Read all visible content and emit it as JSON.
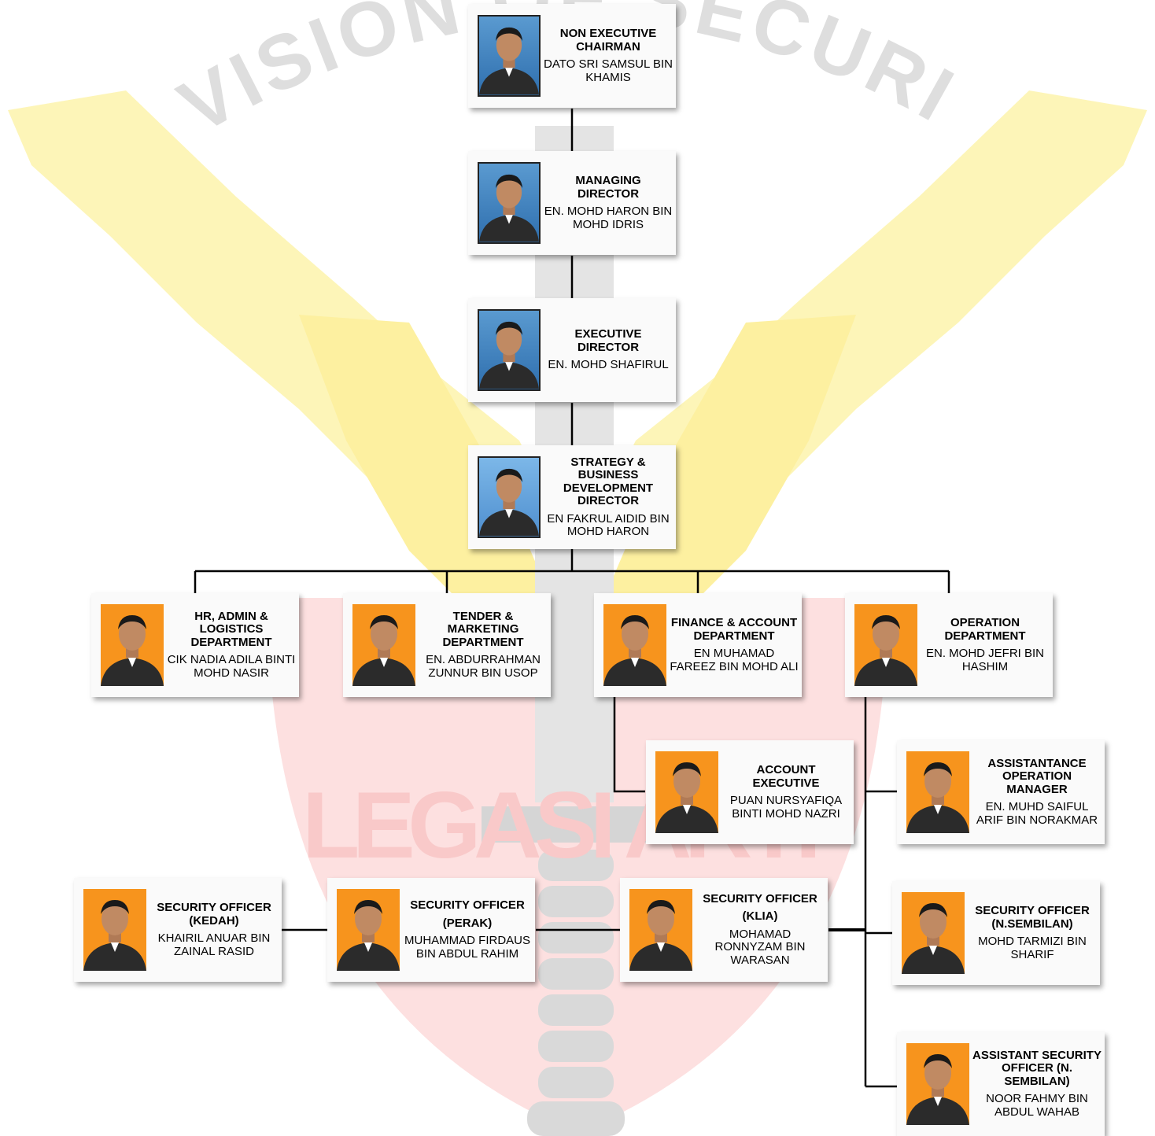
{
  "watermark": {
    "arc_text": "DIVISION OF SECURITY",
    "crest_text": "LEGASI ARTI"
  },
  "colors": {
    "wing": "#fdf5b8",
    "sword": "#d9d9d9",
    "shield": "#fde0e0",
    "photo_bg_orange": "#f7941d",
    "connector": "#000000"
  },
  "cards": {
    "chairman": {
      "title": "NON EXECUTIVE CHAIRMAN",
      "name": "DATO SRI SAMSUL BIN KHAMIS"
    },
    "managing_director": {
      "title": "MANAGING DIRECTOR",
      "name": "EN. MOHD HARON BIN MOHD IDRIS"
    },
    "executive_director": {
      "title": "EXECUTIVE DIRECTOR",
      "name": "EN. MOHD SHAFIRUL"
    },
    "strategy_director": {
      "title": "STRATEGY & BUSINESS DEVELOPMENT DIRECTOR",
      "name": "EN FAKRUL AIDID BIN MOHD HARON"
    },
    "hr_admin": {
      "title": "HR, ADMIN & LOGISTICS DEPARTMENT",
      "name": "CIK NADIA ADILA BINTI MOHD NASIR"
    },
    "tender_marketing": {
      "title": "TENDER & MARKETING DEPARTMENT",
      "name": "EN. ABDURRAHMAN ZUNNUR BIN USOP"
    },
    "finance_account": {
      "title": "FINANCE & ACCOUNT DEPARTMENT",
      "name": "EN MUHAMAD FAREEZ BIN MOHD ALI"
    },
    "operation": {
      "title": "OPERATION DEPARTMENT",
      "name": "EN. MOHD JEFRI BIN HASHIM"
    },
    "account_executive": {
      "title": "ACCOUNT EXECUTIVE",
      "name": "PUAN NURSYAFIQA BINTI MOHD NAZRI"
    },
    "asst_operation_manager": {
      "title": "ASSISTANTANCE OPERATION MANAGER",
      "name": "EN. MUHD SAIFUL ARIF BIN NORAKMAR"
    },
    "so_kedah": {
      "title": "SECURITY OFFICER (KEDAH)",
      "name": "KHAIRIL ANUAR BIN ZAINAL RASID"
    },
    "so_perak": {
      "title": "SECURITY OFFICER",
      "subtitle": "(PERAK)",
      "name": "MUHAMMAD FIRDAUS BIN ABDUL RAHIM"
    },
    "so_klia": {
      "title": "SECURITY OFFICER",
      "subtitle": "(KLIA)",
      "name": "MOHAMAD RONNYZAM BIN WARASAN"
    },
    "so_nsembilan": {
      "title": "SECURITY OFFICER (N.SEMBILAN)",
      "name": "MOHD TARMIZI BIN SHARIF"
    },
    "aso_nsembilan": {
      "title": "ASSISTANT SECURITY OFFICER (N. SEMBILAN)",
      "name": "NOOR FAHMY BIN ABDUL WAHAB"
    }
  }
}
